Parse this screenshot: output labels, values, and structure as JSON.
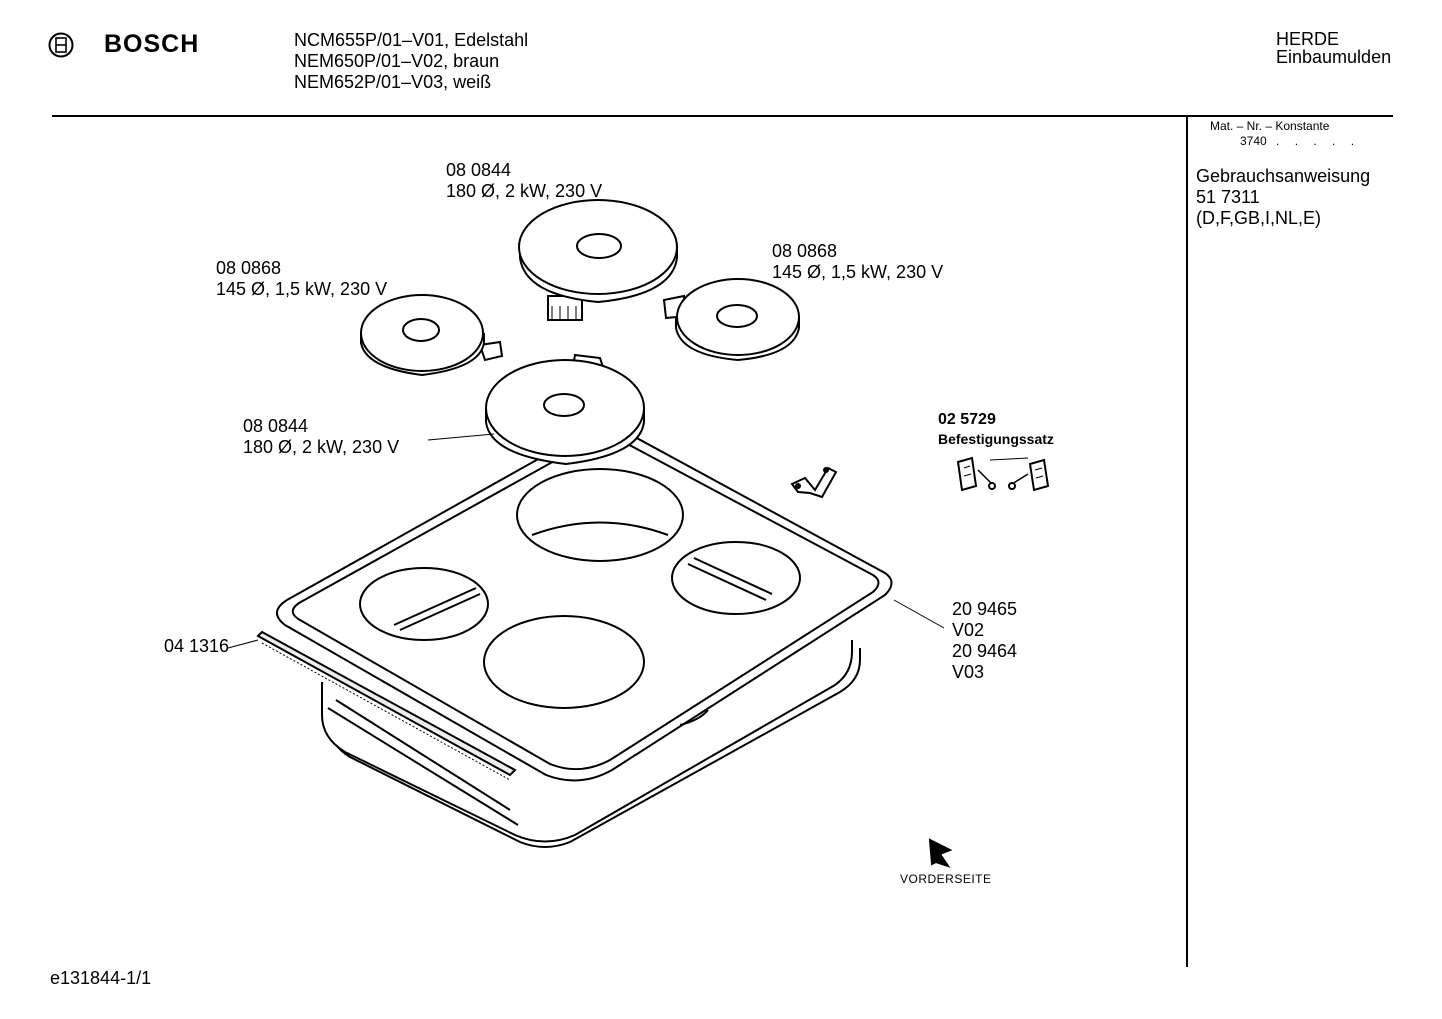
{
  "header": {
    "brand": "BOSCH",
    "models": [
      "NCM655P/01–V01, Edelstahl",
      "NEM650P/01–V02, braun",
      "NEM652P/01–V03, weiß"
    ],
    "category": [
      "HERDE",
      "Einbaumulden"
    ]
  },
  "sidebar": {
    "mat_nr_label": "Mat. – Nr. – Konstante",
    "mat_nr_value": "3740",
    "manual_title": "Gebrauchsanweisung",
    "manual_number": "51 7311",
    "manual_languages": "(D,F,GB,I,NL,E)"
  },
  "parts": {
    "top_plate": {
      "number": "08 0844",
      "spec": "180 Ø, 2 kW, 230 V"
    },
    "left_plate": {
      "number": "08 0868",
      "spec": "145 Ø, 1,5 kW, 230 V"
    },
    "right_plate": {
      "number": "08 0868",
      "spec": "145 Ø, 1,5 kW, 230 V"
    },
    "front_plate": {
      "number": "08 0844",
      "spec": "180 Ø, 2 kW, 230 V"
    },
    "mounting_kit": {
      "number": "02 5729",
      "name": "Befestigungssatz"
    },
    "hob_trough": {
      "lines": [
        "20 9465",
        "V02",
        "20 9464",
        "V03"
      ]
    },
    "sealing_strip": {
      "number": "04 1316"
    }
  },
  "direction_label": "VORDERSEITE",
  "footer": {
    "drawing_id": "e131844-1/1"
  }
}
